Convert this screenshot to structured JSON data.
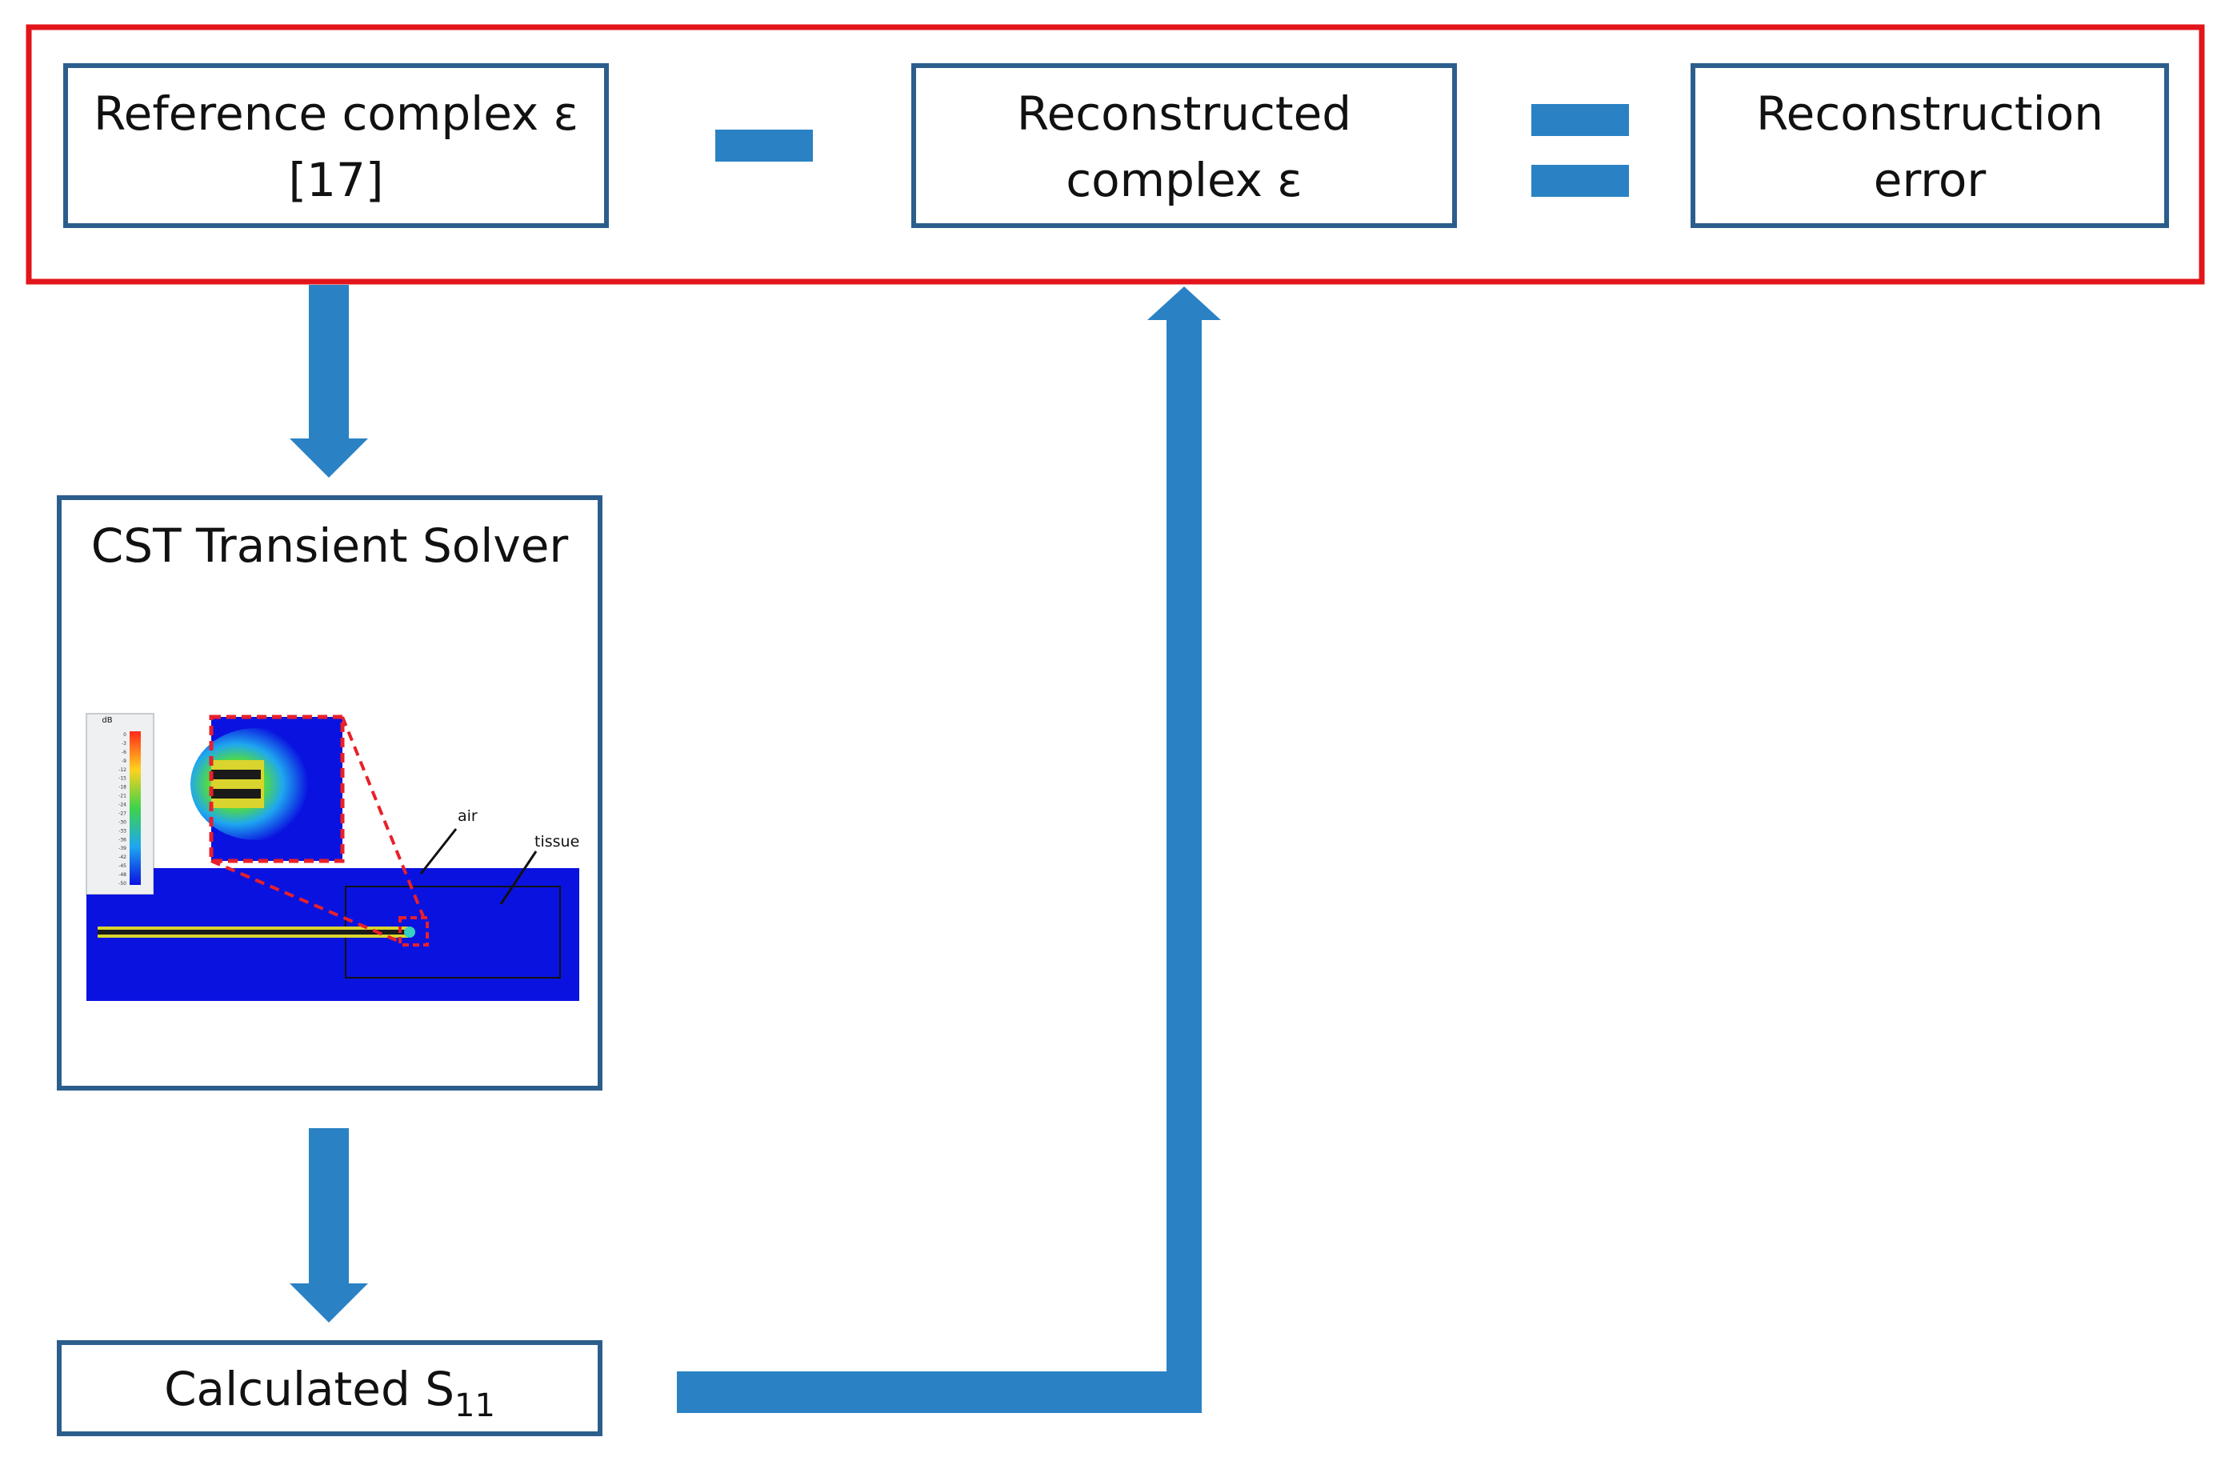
{
  "top_panel": {
    "border_color": "#e3151a",
    "ref_box": {
      "line1": "Reference  complex ε",
      "line2": "[17]"
    },
    "minus_symbol": "minus",
    "recon_box": {
      "line1": "Reconstructed",
      "line2": "complex ε"
    },
    "equals_symbol": "equals",
    "error_box": {
      "line1": "Reconstruction",
      "line2": "error"
    }
  },
  "solver_box": {
    "title": "CST Transient Solver",
    "sim": {
      "label_air": "air",
      "label_tissue": "tissue",
      "colorbar_unit": "dB",
      "colorbar_ticks": [
        "0",
        "-3",
        "-6",
        "-9",
        "-12",
        "-15",
        "-18",
        "-21",
        "-24",
        "-27",
        "-30",
        "-33",
        "-36",
        "-39",
        "-42",
        "-45",
        "-48",
        "-50"
      ]
    }
  },
  "calc_box": {
    "label": "Calculated S",
    "subscript": "11"
  },
  "colors": {
    "box_border": "#2c5e8c",
    "arrow": "#2a82c4",
    "sim_blue": "#0a12e0",
    "dash_red": "#e8202a"
  },
  "icons": {
    "down_arrow_1": "arrow-down-icon",
    "down_arrow_2": "arrow-down-icon",
    "feedback_arrow": "arrow-up-icon"
  }
}
